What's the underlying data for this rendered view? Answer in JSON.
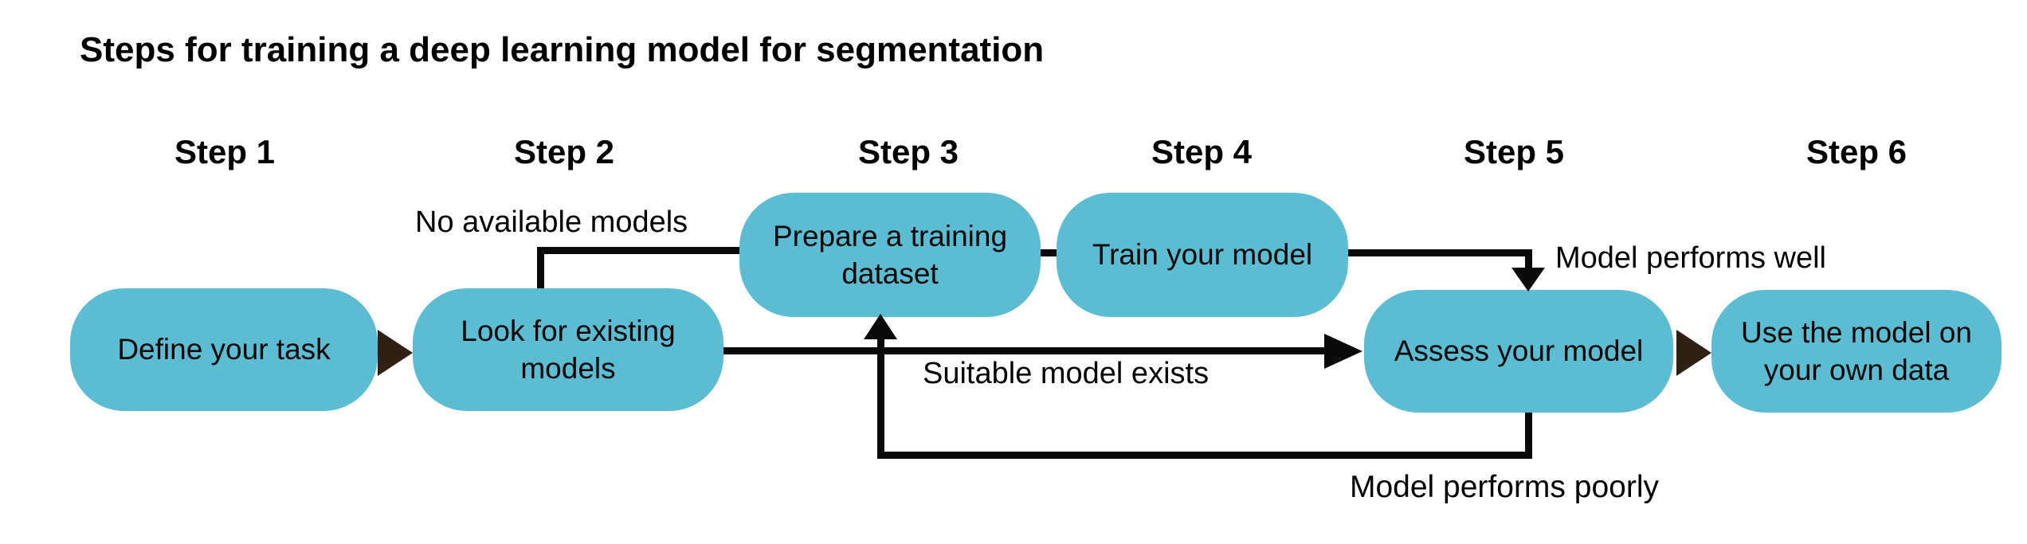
{
  "title": "Steps for training a deep learning model for segmentation",
  "colors": {
    "box_fill": "#5cbcd2",
    "line": "#0a0a0a",
    "dark_arrow": "#2e2013",
    "text": "#000000",
    "background": "#ffffff"
  },
  "steps": [
    {
      "label": "Step 1",
      "box": "Define your task"
    },
    {
      "label": "Step 2",
      "box": "Look for existing models"
    },
    {
      "label": "Step 3",
      "box": "Prepare a training dataset"
    },
    {
      "label": "Step 4",
      "box": "Train your model"
    },
    {
      "label": "Step 5",
      "box": "Assess your model"
    },
    {
      "label": "Step 6",
      "box": "Use the model on your own data"
    }
  ],
  "edges": [
    {
      "from": "Define your task",
      "to": "Look for existing models",
      "label": ""
    },
    {
      "from": "Look for existing models",
      "to": "Prepare a training dataset",
      "label": "No available models"
    },
    {
      "from": "Look for existing models",
      "to": "Assess your model",
      "label": "Suitable model exists"
    },
    {
      "from": "Prepare a training dataset",
      "to": "Train your model",
      "label": ""
    },
    {
      "from": "Train your model",
      "to": "Assess your model",
      "label": "Model performs well"
    },
    {
      "from": "Assess your model",
      "to": "Use the model on your own data",
      "label": ""
    },
    {
      "from": "Assess your model",
      "to": "Prepare a training dataset",
      "label": "Model performs poorly"
    }
  ]
}
